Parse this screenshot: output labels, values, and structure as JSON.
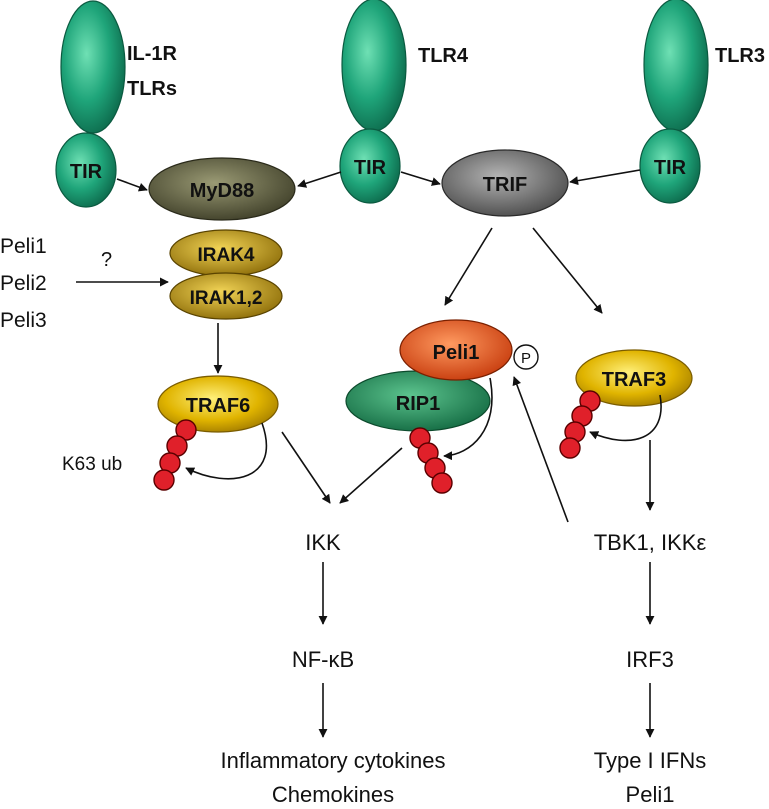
{
  "receptors": {
    "il1r_line1": "IL-1R",
    "il1r_line2": "TLRs",
    "tlr4": "TLR4",
    "tlr3": "TLR3",
    "tir": "TIR"
  },
  "adaptors": {
    "myd88": "MyD88",
    "trif": "TRIF"
  },
  "kinases": {
    "irak4": "IRAK4",
    "irak12": "IRAK1,2",
    "rip1": "RIP1",
    "traf6": "TRAF6",
    "traf3": "TRAF3",
    "peli1": "Peli1"
  },
  "pellino_list": [
    "Peli1",
    "Peli2",
    "Peli3"
  ],
  "question_mark": "?",
  "phospho_label": "P",
  "k63_label": "K63 ub",
  "downstream": {
    "ikk": "IKK",
    "nfkb": "NF-κB",
    "outputs_left_line1": "Inflammatory cytokines",
    "outputs_left_line2": "Chemokines",
    "tbk1": "TBK1, IKKε",
    "irf3": "IRF3",
    "outputs_right_line1": "Type I IFNs",
    "outputs_right_line2": "Peli1"
  },
  "colors": {
    "receptor_green": "#1fa57a",
    "myd88": "#5a5a3c",
    "trif": "#6e6e6e",
    "irak_gold": "#b8940e",
    "traf_gold": "#e0b400",
    "peli1_orange": "#e2561c",
    "rip1_green": "#1f8a5a",
    "ubiquitin_red": "#e0202a"
  }
}
